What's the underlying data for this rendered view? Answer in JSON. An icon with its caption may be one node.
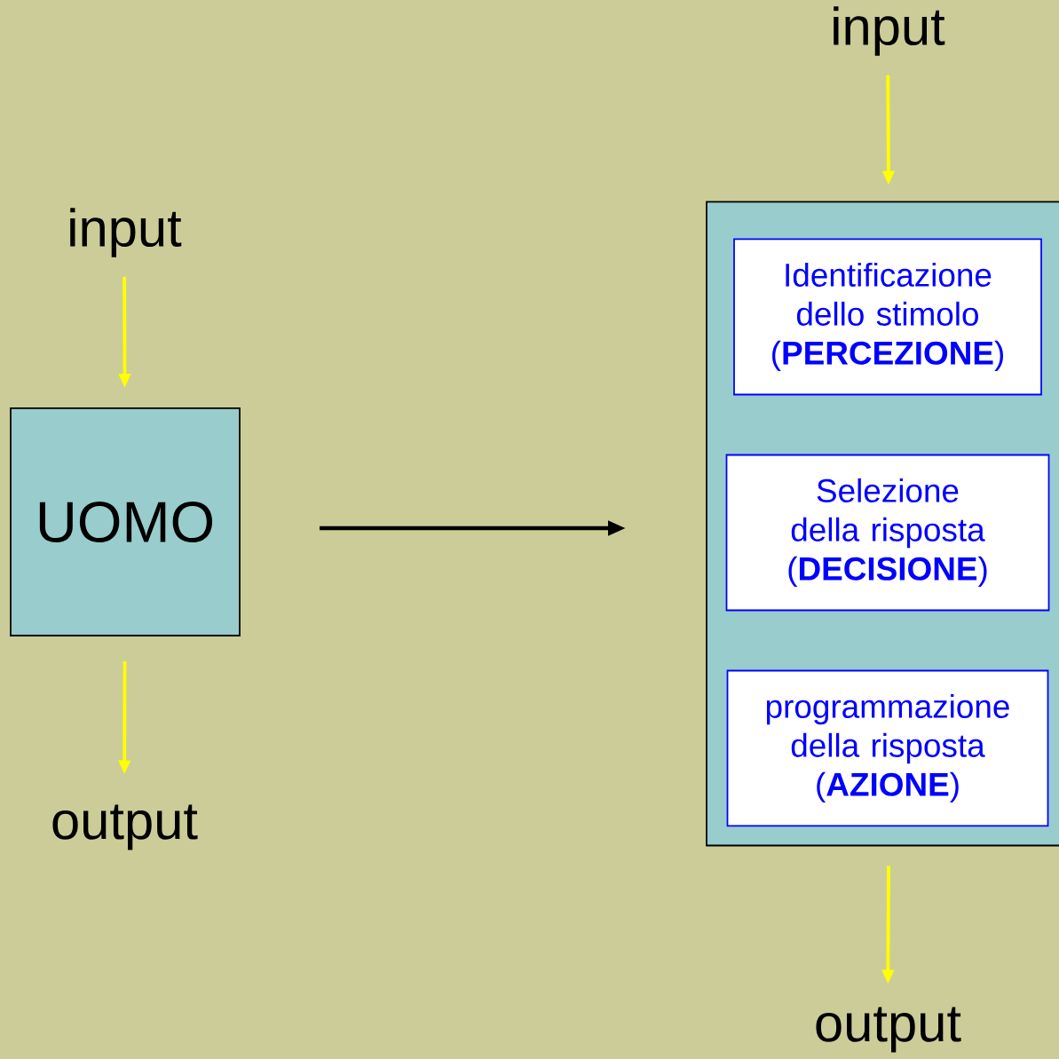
{
  "diagram": {
    "nodes": [
      {
        "text": [
          "input"
        ]
      },
      {
        "text": [
          "UOMO"
        ]
      },
      {
        "text": [
          "output"
        ]
      },
      {
        "text": [
          "input"
        ]
      },
      {
        "text": [],
        "shape": "box"
      },
      {
        "text": [
          "Identificazione dello stimolo (**PERCEZIONE**)"
        ],
        "in": 4
      },
      {
        "text": [
          "Selezione della risposta (**DECISIONE**)"
        ],
        "in": 4
      },
      {
        "text": [
          "programmazione della risposta (**AZIONE**)"
        ],
        "in": 4
      },
      {
        "text": [
          "output"
        ]
      }
    ],
    "edges": [
      {
        "from": 0,
        "to": 1,
        "arrow": "to"
      },
      {
        "from": 1,
        "to": 2,
        "arrow": "to"
      },
      {
        "from": 3,
        "to": 4,
        "arrow": "to"
      },
      {
        "from": 4,
        "to": 8,
        "arrow": "to"
      }
    ]
  }
}
